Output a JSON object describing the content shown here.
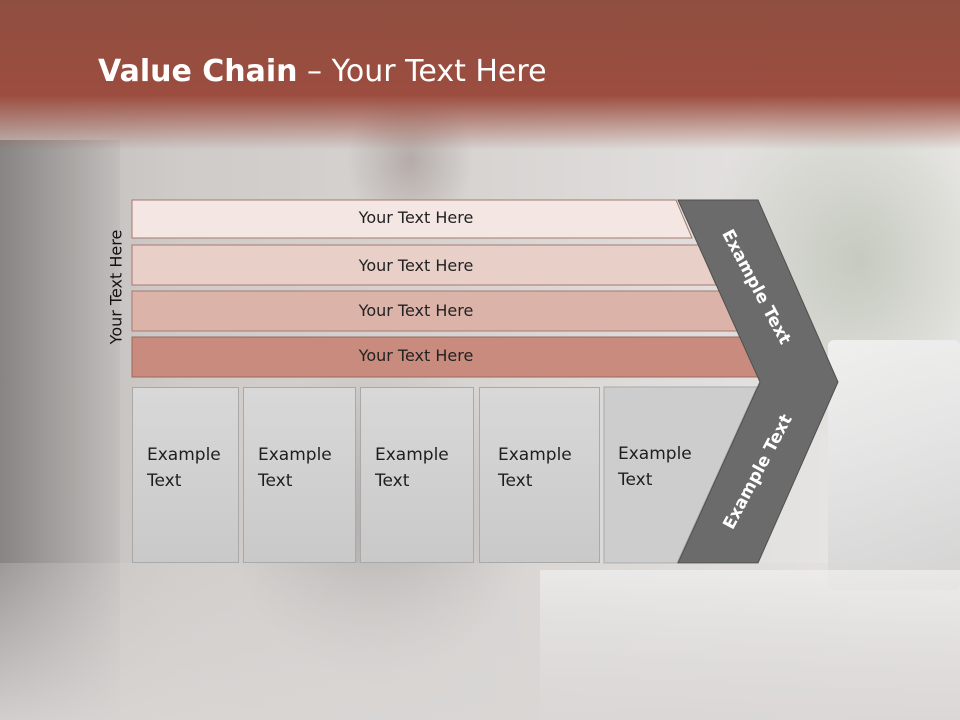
{
  "slide": {
    "title_bold": "Value Chain",
    "title_rest": " – Your Text Here",
    "side_label": "Your Text Here"
  },
  "bars": [
    {
      "label": "Your Text Here",
      "color": "#f3e6e3"
    },
    {
      "label": "Your Text Here",
      "color": "#e8cfc8"
    },
    {
      "label": "Your Text Here",
      "color": "#dcb3a9"
    },
    {
      "label": "Your Text Here",
      "color": "#c88b7d"
    }
  ],
  "columns": [
    {
      "line1": "Example",
      "line2": "Text"
    },
    {
      "line1": "Example",
      "line2": "Text"
    },
    {
      "line1": "Example",
      "line2": "Text"
    },
    {
      "line1": "Example",
      "line2": "Text"
    },
    {
      "line1": "Example",
      "line2": "Text"
    }
  ],
  "chevron": {
    "upper_text": "Example Text",
    "lower_text": "Example Text",
    "color": "#6b6b6b"
  },
  "colors": {
    "header": "#9c4d3f",
    "column_fill": "#d1d1d1"
  }
}
